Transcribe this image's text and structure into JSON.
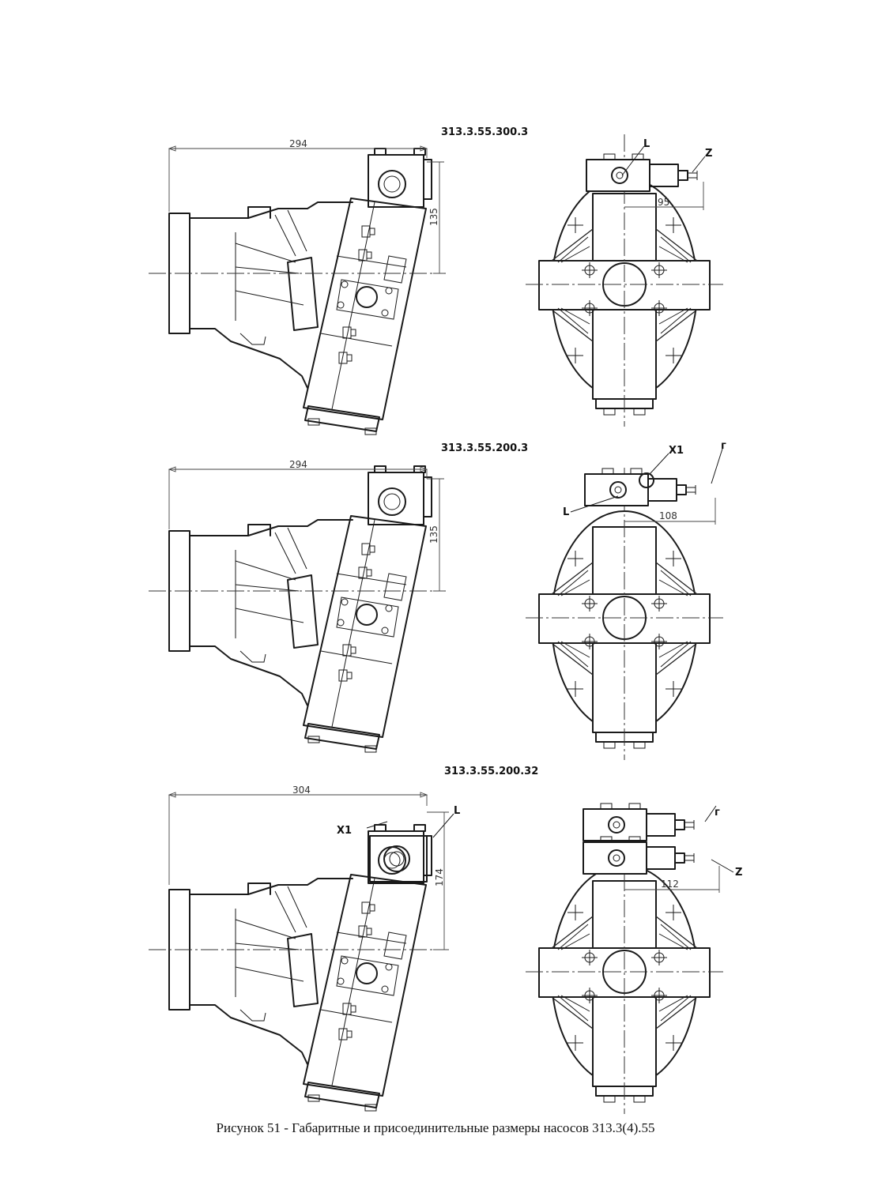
{
  "caption": "Рисунок 51 - Габаритные и присоединительные размеры насосов 313.3(4).55",
  "views": [
    {
      "model": "313.3.55.300.3",
      "side_dims": {
        "length": "294",
        "height": "135"
      },
      "front_dim": "95",
      "port_labels": [
        "L",
        "Z"
      ]
    },
    {
      "model": "313.3.55.200.3",
      "side_dims": {
        "length": "294",
        "height": "135"
      },
      "front_dim": "108",
      "port_labels": [
        "X1",
        "г",
        "L"
      ]
    },
    {
      "model": "313.3.55.200.32",
      "side_dims": {
        "length": "304",
        "height": "174"
      },
      "front_dim": "112",
      "port_labels": [
        "X1",
        "L",
        "г",
        "Z"
      ]
    }
  ]
}
